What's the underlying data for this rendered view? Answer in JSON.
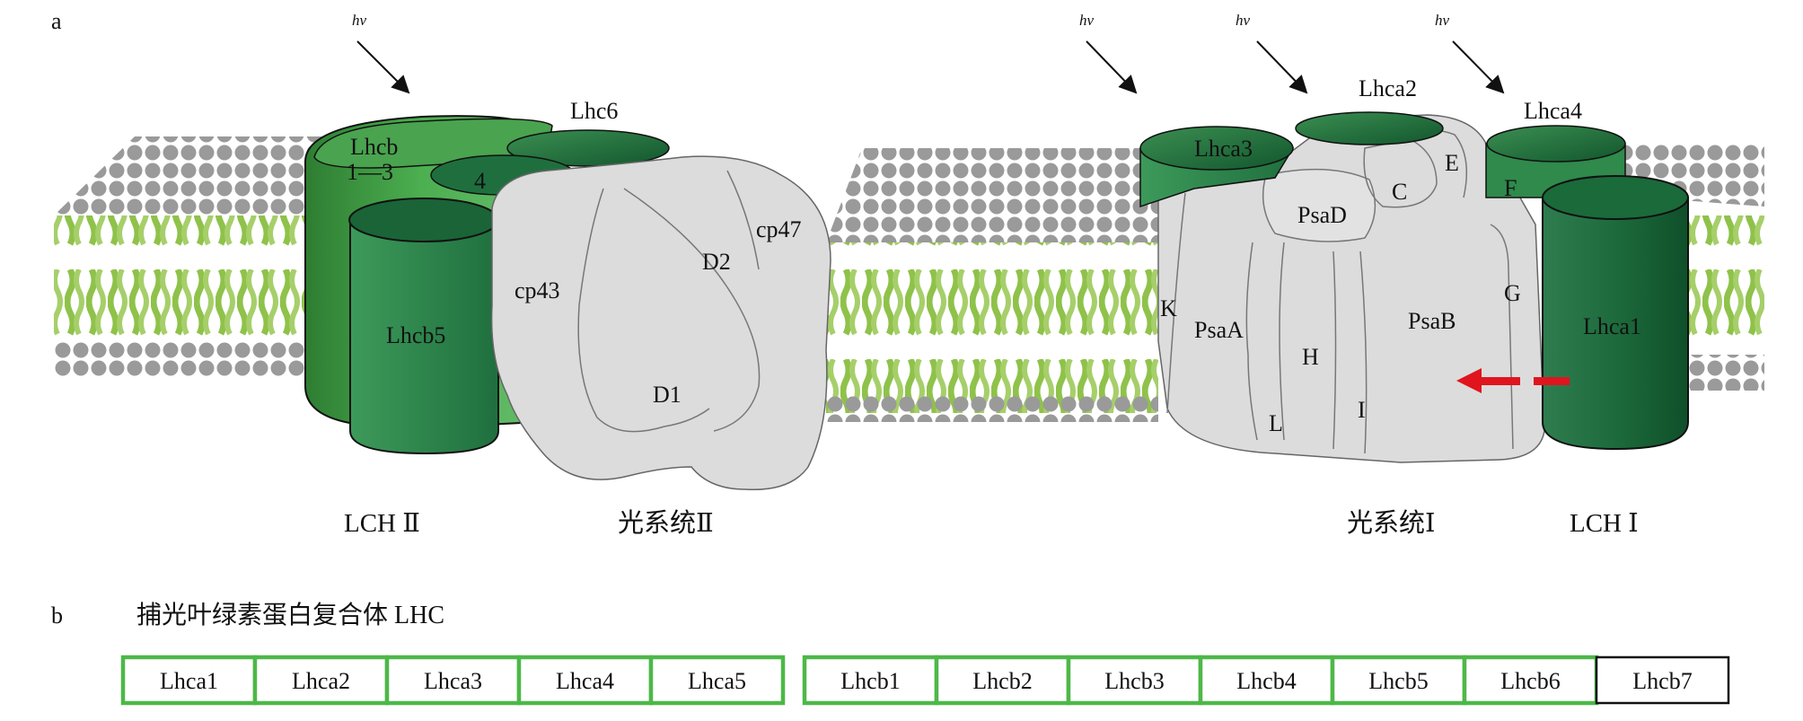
{
  "panel_a": {
    "letter": "a",
    "photon": "hν",
    "labels": {
      "lhcb13_line1": "Lhcb",
      "lhcb13_line2": "1—3",
      "lhcb4": "4",
      "lhc6": "Lhc6",
      "lhcb5": "Lhcb5",
      "cp43": "cp43",
      "d1": "D1",
      "d2": "D2",
      "cp47": "cp47",
      "lhca3": "Lhca3",
      "lhca2": "Lhca2",
      "lhca4": "Lhca4",
      "lhca1": "Lhca1",
      "k": "K",
      "psaa": "PsaA",
      "psad": "PsaD",
      "psab": "PsaB",
      "c": "C",
      "e": "E",
      "f": "F",
      "g": "G",
      "h": "H",
      "l": "L",
      "i": "I"
    },
    "captions": {
      "lch2": "LCH Ⅱ",
      "ps2": "光系统Ⅱ",
      "ps1": "光系统Ⅰ",
      "lch1": "LCH Ⅰ"
    },
    "colors": {
      "lipid_head": "#9a9a9a",
      "lipid_tail": "#8fc24a",
      "protein_grey": "#dcdcdc",
      "green_dark": "#1e6b3a",
      "green_bright": "#3fa84a",
      "arrow_red": "#e0141e"
    }
  },
  "panel_b": {
    "letter": "b",
    "title": "捕光叶绿素蛋白复合体 LHC",
    "lhca": [
      "Lhca1",
      "Lhca2",
      "Lhca3",
      "Lhca4",
      "Lhca5"
    ],
    "lhcb": [
      "Lhcb1",
      "Lhcb2",
      "Lhcb3",
      "Lhcb4",
      "Lhcb5",
      "Lhcb6",
      "Lhcb7"
    ],
    "border_green": "#4db848",
    "border_black": "#111111"
  }
}
